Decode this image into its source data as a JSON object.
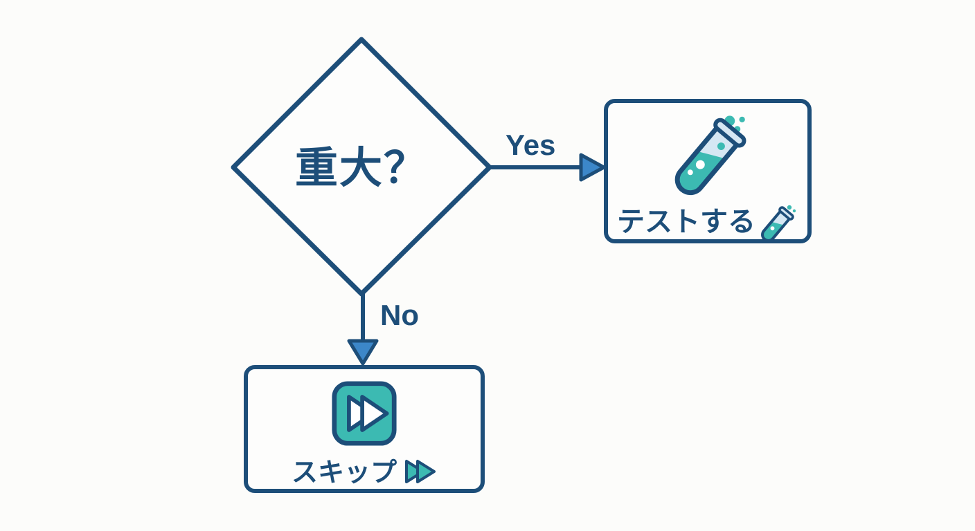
{
  "background_color": "#fcfcfa",
  "palette": {
    "navy_outline": "#1d4e79",
    "bright_blue_arrow": "#3c87c9",
    "teal": "#3cbab2",
    "light_blue": "#d5e7f3",
    "node_fill": "#fdfdfc",
    "white": "#ffffff"
  },
  "flowchart": {
    "decision_node": {
      "shape": "diamond",
      "label": "重大？"
    },
    "yes_edge": {
      "label": "Yes",
      "direction": "right"
    },
    "no_edge": {
      "label": "No",
      "direction": "down"
    },
    "test_node": {
      "label": "テストする",
      "icons": [
        "test-tube-icon",
        "test-tube-small-icon"
      ]
    },
    "skip_node": {
      "label": "スキップ",
      "icons": [
        "fast-forward-icon",
        "fast-forward-small-icon"
      ]
    }
  }
}
